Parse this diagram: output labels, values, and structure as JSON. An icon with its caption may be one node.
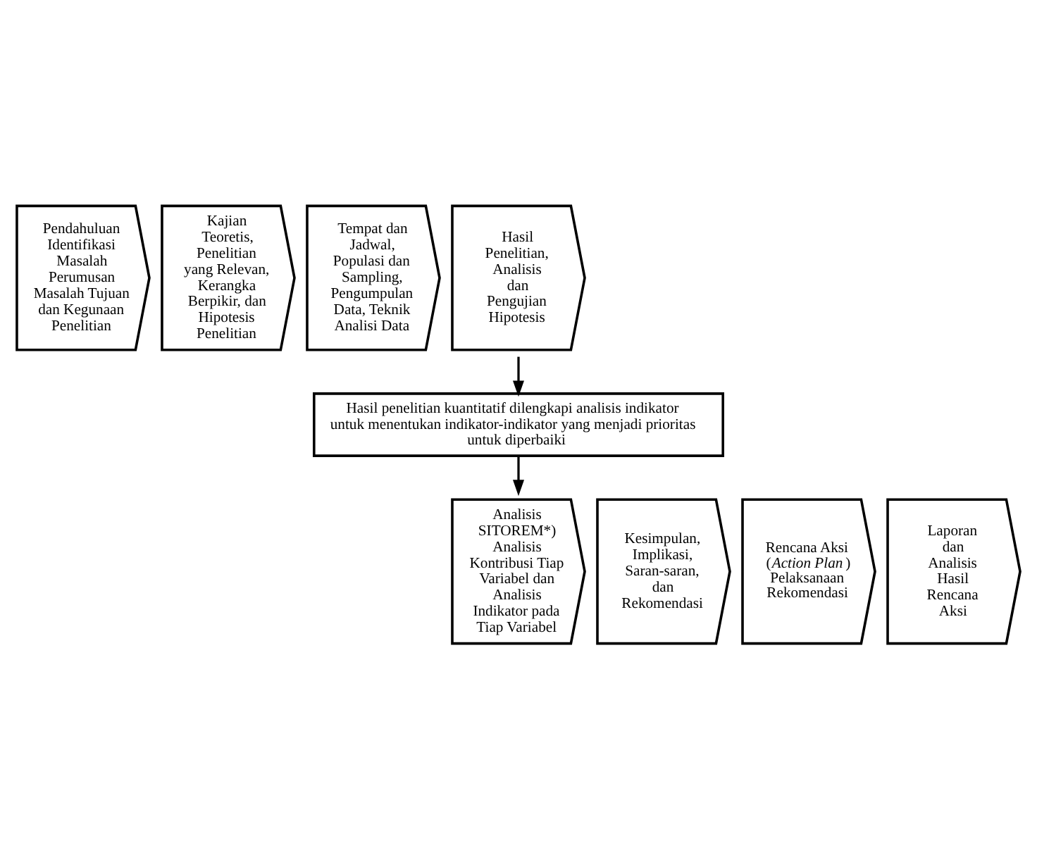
{
  "diagram": {
    "nodes": [
      {
        "text": [
          "Pendahuluan Identifikasi Masalah Perumusan Masalah Tujuan dan Kegunaan Penelitian"
        ]
      },
      {
        "text": [
          "Kajian Teoretis, Penelitian yang Relevan, Kerangka Berpikir, dan Hipotesis Penelitian"
        ]
      },
      {
        "text": [
          "Tempat dan Jadwal, Populasi dan Sampling, Pengumpulan Data, Teknik Analisi Data"
        ]
      },
      {
        "text": [
          "Hasil Penelitian, Analisis dan Pengujian Hipotesis"
        ]
      },
      {
        "text": [
          "Hasil penelitian kuantitatif dilengkapi analisis indikator untuk menentukan indikator-indikator yang menjadi prioritas untuk diperbaiki"
        ]
      },
      {
        "text": [
          "Analisis SITOREM*) Analisis Kontribusi Tiap Variabel dan Analisis Indikator pada Tiap Variabel"
        ]
      },
      {
        "text": [
          "Kesimpulan, Implikasi, Saran-saran, dan Rekomendasi"
        ]
      },
      {
        "text": [
          "Rencana Aksi (*Action Plan*) Pelaksanaan Rekomendasi"
        ]
      },
      {
        "text": [
          "Laporan dan Analisis Hasil Rencana Aksi"
        ]
      }
    ],
    "edges": [
      {
        "from": 3,
        "to": 4,
        "arrow": "to"
      },
      {
        "from": 4,
        "to": 5,
        "arrow": "to"
      }
    ]
  }
}
